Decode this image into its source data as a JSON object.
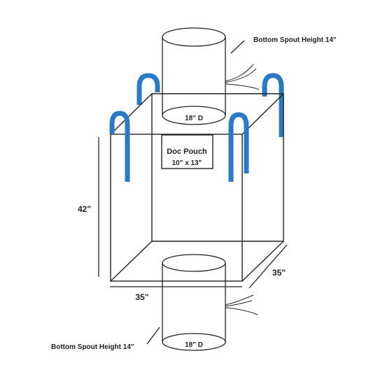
{
  "diagram": {
    "labels": {
      "top_spout": "Bottom Spout Height 14\"",
      "top_diameter": "18\" D",
      "pouch_title": "Doc Pouch",
      "pouch_size": "10\" x 13\"",
      "height": "42\"",
      "width": "35\"",
      "depth": "35\"",
      "bottom_spout": "Bottom Spout Height 14\"",
      "bottom_diameter": "18\" D"
    },
    "colors": {
      "outline": "#222222",
      "loop_blue": "#2a79c4",
      "background": "#ffffff"
    }
  }
}
